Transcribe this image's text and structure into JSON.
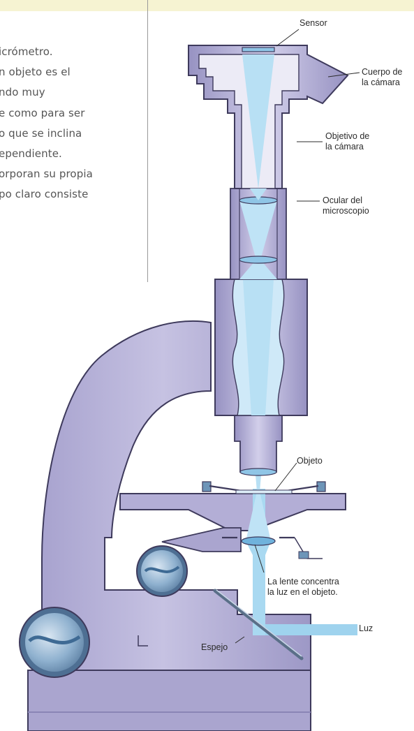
{
  "colors": {
    "top_band": "#f6f3d2",
    "body_purple": "#b9b5d7",
    "body_purple_dark": "#8682b0",
    "outline": "#3e3a5c",
    "light_beam": "#9fd3ee",
    "light_beam_dark": "#73bfe4",
    "knob_blue": "#6d95b8",
    "text": "#2b2b2b",
    "body_text": "#555555"
  },
  "body_text_lines": [
    "icrómetro.",
    "n objeto es el",
    "ndo muy",
    "e como para ser",
    "o que se inclina",
    "ependiente.",
    "orporan su propia",
    "po claro consiste"
  ],
  "labels": {
    "sensor": "Sensor",
    "camera_body": [
      "Cuerpo de",
      "la cámara"
    ],
    "camera_objective": [
      "Objetivo de",
      "la cámara"
    ],
    "microscope_eyepiece": [
      "Ocular del",
      "microscopio"
    ],
    "object": "Objeto",
    "condenser_lens": [
      "La lente concentra",
      "la luz en el objeto."
    ],
    "light": "Luz",
    "mirror": "Espejo"
  }
}
